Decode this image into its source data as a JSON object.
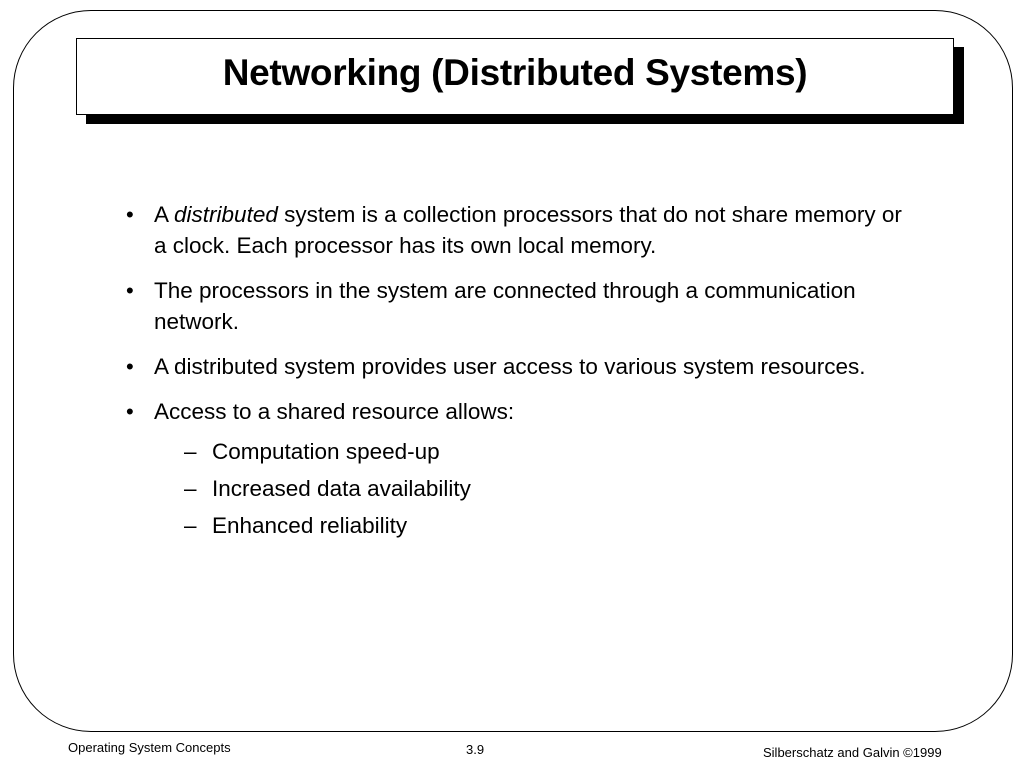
{
  "slide": {
    "title": "Networking (Distributed Systems)",
    "bullets": [
      {
        "before": "A ",
        "emphasis": "distributed",
        "after": " system is a collection processors that do not share memory or a clock.  Each processor has its own local memory."
      },
      {
        "text": "The processors in the system are connected through a communication network."
      },
      {
        "text": "A distributed system provides user access to various system resources."
      },
      {
        "text": "Access to a shared resource allows:",
        "sub_items": [
          "Computation speed-up",
          "Increased data availability",
          "Enhanced reliability"
        ]
      }
    ],
    "bullet_glyph": "•",
    "sub_glyph": "–"
  },
  "footer": {
    "left": "Operating System Concepts",
    "center": "3.9",
    "right": "Silberschatz and Galvin ©1999"
  }
}
